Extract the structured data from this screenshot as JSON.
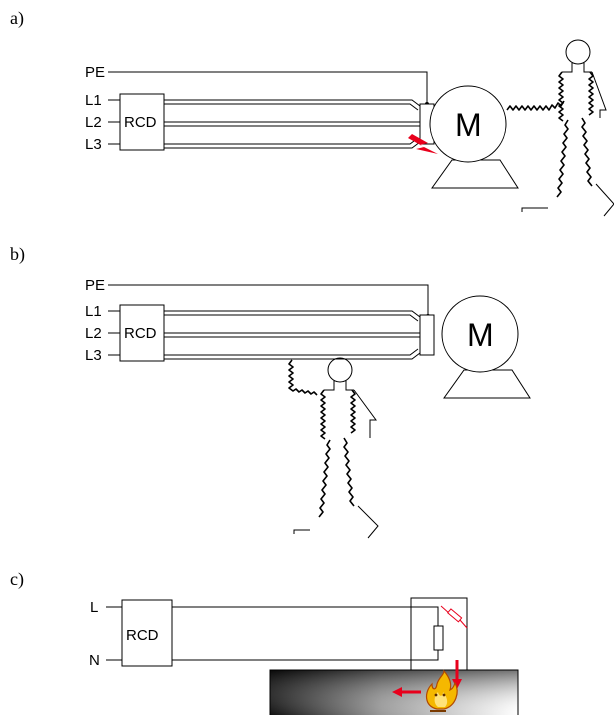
{
  "panels": [
    {
      "id": "a",
      "label": "a)",
      "lines": [
        "PE",
        "L1",
        "L2",
        "L3"
      ],
      "rcd": "RCD",
      "motor": "M"
    },
    {
      "id": "b",
      "label": "b)",
      "lines": [
        "PE",
        "L1",
        "L2",
        "L3"
      ],
      "rcd": "RCD",
      "motor": "M"
    },
    {
      "id": "c",
      "label": "c)",
      "lines": [
        "L",
        "N"
      ],
      "rcd": "RCD"
    }
  ],
  "colors": {
    "fault": "#e8001c",
    "wire": "#000000",
    "flame": "#f5b800"
  }
}
